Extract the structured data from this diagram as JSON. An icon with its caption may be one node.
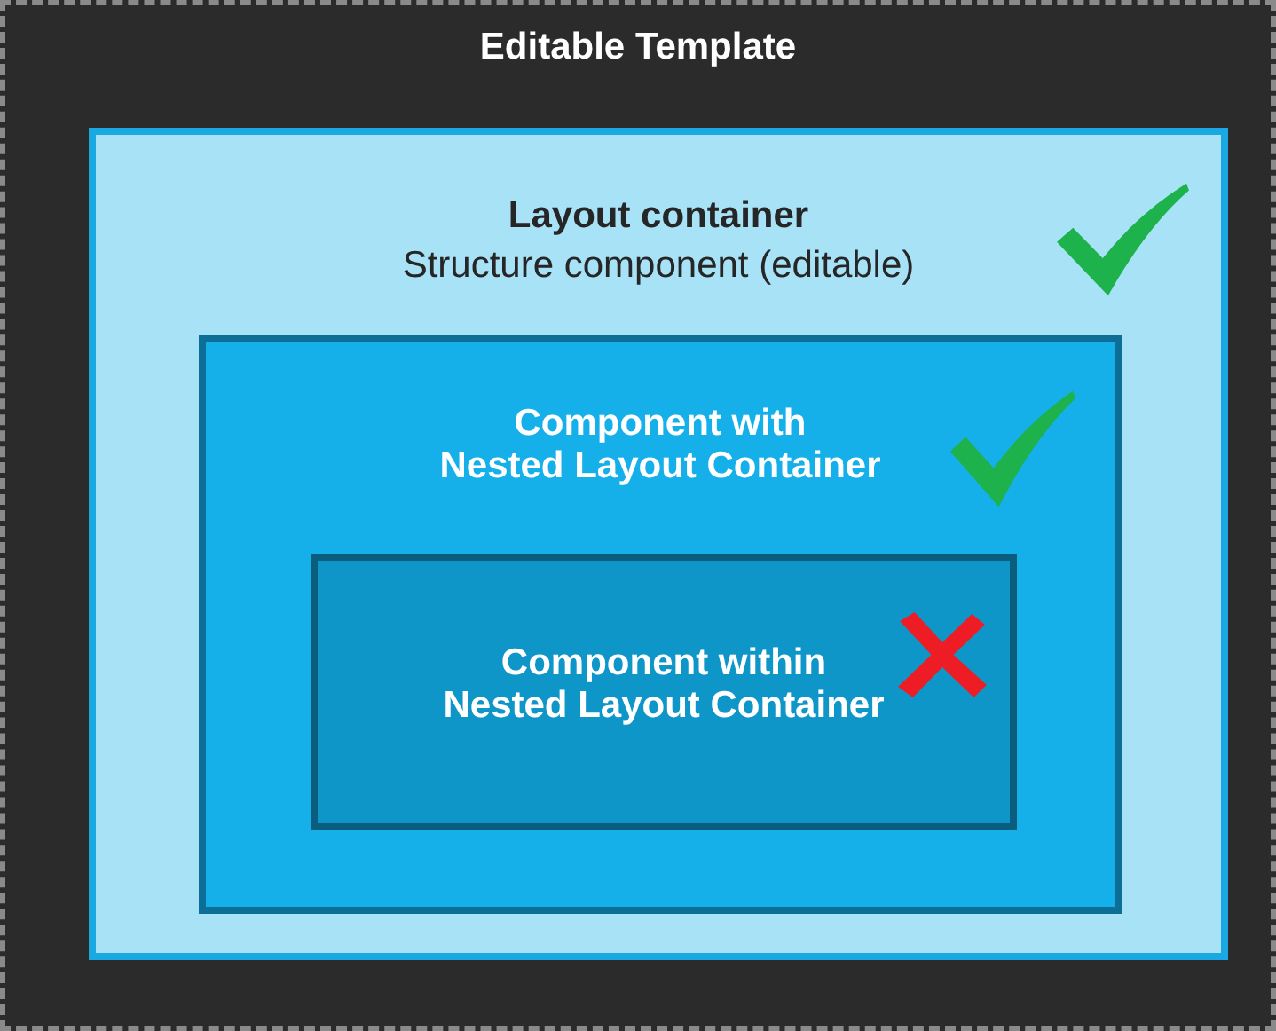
{
  "diagram": {
    "nodes": [
      {
        "text": [
          "Editable Template"
        ]
      },
      {
        "text": [
          "Layout container",
          "Structure component (editable)"
        ],
        "in": 0
      },
      {
        "text": [
          "Component with Nested Layout Container"
        ],
        "in": 1
      },
      {
        "text": [
          "Component within Nested Layout Container"
        ],
        "in": 2
      }
    ]
  }
}
